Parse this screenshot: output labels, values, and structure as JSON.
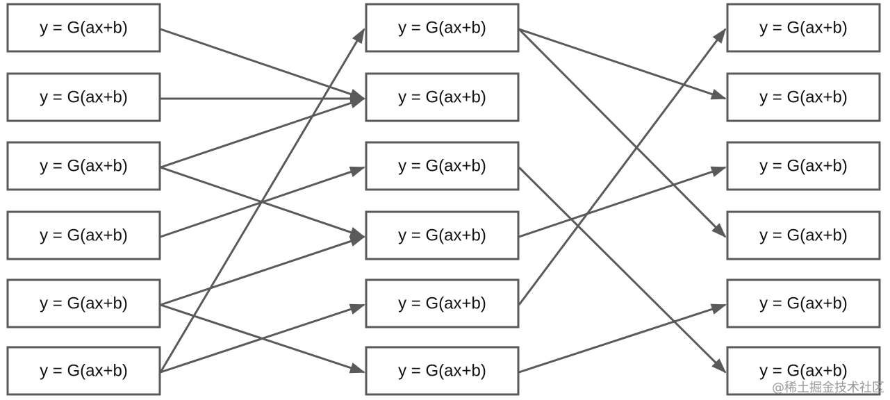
{
  "diagram": {
    "columns": [
      {
        "id": "left",
        "nodes": [
          {
            "id": "l1",
            "label": "y = G(ax+b)"
          },
          {
            "id": "l2",
            "label": "y = G(ax+b)"
          },
          {
            "id": "l3",
            "label": "y = G(ax+b)"
          },
          {
            "id": "l4",
            "label": "y = G(ax+b)"
          },
          {
            "id": "l5",
            "label": "y = G(ax+b)"
          },
          {
            "id": "l6",
            "label": "y = G(ax+b)"
          }
        ]
      },
      {
        "id": "middle",
        "nodes": [
          {
            "id": "m1",
            "label": "y = G(ax+b)"
          },
          {
            "id": "m2",
            "label": "y = G(ax+b)"
          },
          {
            "id": "m3",
            "label": "y = G(ax+b)"
          },
          {
            "id": "m4",
            "label": "y = G(ax+b)"
          },
          {
            "id": "m5",
            "label": "y = G(ax+b)"
          },
          {
            "id": "m6",
            "label": "y = G(ax+b)"
          }
        ]
      },
      {
        "id": "right",
        "nodes": [
          {
            "id": "r1",
            "label": "y = G(ax+b)"
          },
          {
            "id": "r2",
            "label": "y = G(ax+b)"
          },
          {
            "id": "r3",
            "label": "y = G(ax+b)"
          },
          {
            "id": "r4",
            "label": "y = G(ax+b)"
          },
          {
            "id": "r5",
            "label": "y = G(ax+b)"
          },
          {
            "id": "r6",
            "label": "y = G(ax+b)"
          }
        ]
      }
    ],
    "edges": [
      {
        "from": "l1",
        "to": "m2"
      },
      {
        "from": "l2",
        "to": "m2"
      },
      {
        "from": "l3",
        "to": "m2"
      },
      {
        "from": "l3",
        "to": "m4"
      },
      {
        "from": "l4",
        "to": "m3"
      },
      {
        "from": "l5",
        "to": "m4"
      },
      {
        "from": "l5",
        "to": "m6"
      },
      {
        "from": "l6",
        "to": "m1"
      },
      {
        "from": "l6",
        "to": "m5"
      },
      {
        "from": "m1",
        "to": "r2"
      },
      {
        "from": "m1",
        "to": "r4"
      },
      {
        "from": "m3",
        "to": "r6"
      },
      {
        "from": "m4",
        "to": "r3"
      },
      {
        "from": "m5",
        "to": "r1"
      },
      {
        "from": "m6",
        "to": "r5"
      }
    ],
    "colors": {
      "line": "#5a5a5a",
      "text": "#111111",
      "background": "#ffffff"
    }
  },
  "watermark": "@稀土掘金技术社区"
}
